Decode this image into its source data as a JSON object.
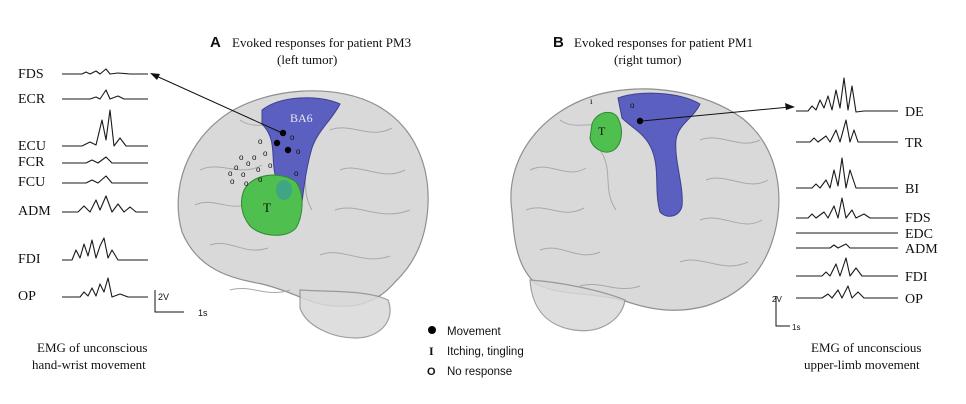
{
  "panelA": {
    "letter": "A",
    "title": "Evoked responses for patient PM3",
    "subtitle": "(left tumor)",
    "region_label": "BA6",
    "tumor_label": "T",
    "muscles": [
      "FDS",
      "ECR",
      "ECU",
      "FCR",
      "FCU",
      "ADM",
      "FDI",
      "OP"
    ],
    "scale_v": "2V",
    "scale_t": "1s",
    "caption_line1": "EMG of unconscious",
    "caption_line2": "hand-wrist movement"
  },
  "panelB": {
    "letter": "B",
    "title": "Evoked responses for patient PM1",
    "subtitle": "(right tumor)",
    "tumor_label": "T",
    "muscles": [
      "DE",
      "TR",
      "BI",
      "FDS",
      "EDC",
      "ADM",
      "FDI",
      "OP"
    ],
    "scale_v": "2V",
    "scale_t": "1s",
    "caption_line1": "EMG of unconscious",
    "caption_line2": "upper-limb movement"
  },
  "legend": {
    "movement": "Movement",
    "itching": "Itching, tingling",
    "no_response": "No response",
    "itching_symbol": "I",
    "no_response_symbol": "O"
  },
  "colors": {
    "motor_area": "#5a5fc0",
    "tumor": "#4fbf4f",
    "brain": "#d9d9d9"
  }
}
